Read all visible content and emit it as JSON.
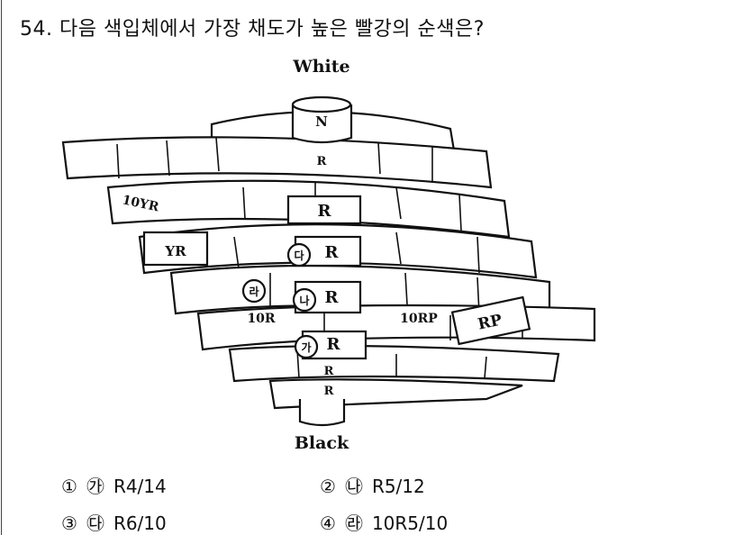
{
  "question": {
    "number": "54.",
    "text": "다음 색입체에서 가장 채도가 높은 빨강의 순색은?"
  },
  "figure": {
    "top_label": "White",
    "bottom_label": "Black",
    "labels": {
      "neutral": "N",
      "r_top": "R",
      "r_upper": "R",
      "r_da": "R",
      "r_na": "R",
      "r_ga": "R",
      "r_low1": "R",
      "r_low2": "R",
      "yr10": "10YR",
      "yr": "YR",
      "r10": "10R",
      "rp10": "10RP",
      "rp": "RP"
    },
    "markers": {
      "ga": "가",
      "na": "나",
      "da": "다",
      "ra": "라"
    }
  },
  "options": [
    {
      "num": "①",
      "mark": "㉮",
      "value": "R4/14"
    },
    {
      "num": "②",
      "mark": "㉯",
      "value": "R5/12"
    },
    {
      "num": "③",
      "mark": "㉰",
      "value": "R6/10"
    },
    {
      "num": "④",
      "mark": "㉱",
      "value": "10R5/10"
    }
  ]
}
